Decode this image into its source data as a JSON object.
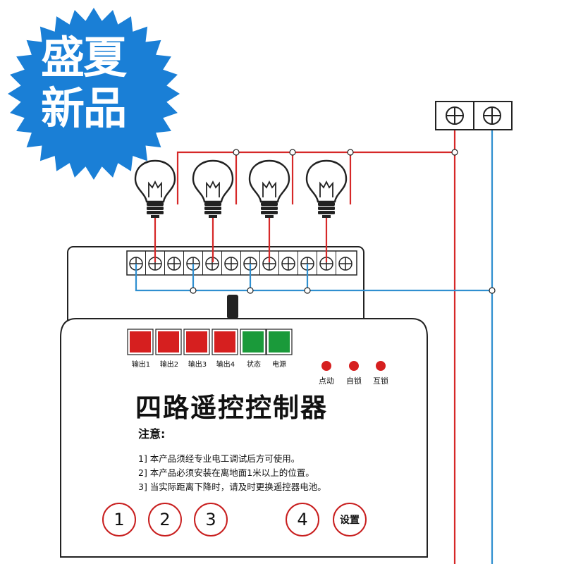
{
  "badge": {
    "text_line1": "盛夏",
    "text_line2": "新品"
  },
  "leds": [
    {
      "label": "输出1",
      "color": "#d61f1f"
    },
    {
      "label": "输出2",
      "color": "#d61f1f"
    },
    {
      "label": "输出3",
      "color": "#d61f1f"
    },
    {
      "label": "输出4",
      "color": "#d61f1f"
    },
    {
      "label": "状态",
      "color": "#1a9a3a"
    },
    {
      "label": "电源",
      "color": "#1a9a3a"
    }
  ],
  "indicators": [
    {
      "label": "点动"
    },
    {
      "label": "自锁"
    },
    {
      "label": "互锁"
    }
  ],
  "device": {
    "title": "四路遥控控制器",
    "notes_title": "注意:",
    "notes": [
      "1] 本产品须经专业电工调试后方可使用。",
      "2] 本产品必须安装在离地面1米以上的位置。",
      "3] 当实际距离下降时，请及时更换遥控器电池。"
    ]
  },
  "buttons": [
    {
      "label": "1"
    },
    {
      "label": "2"
    },
    {
      "label": "3"
    },
    {
      "label": "4"
    },
    {
      "label": "设置"
    }
  ],
  "colors": {
    "live_wire": "#d62828",
    "neutral_wire": "#2f8fd0",
    "badge_blue": "#1a7fd6",
    "led_red": "#d61f1f",
    "led_green": "#1a9a3a"
  }
}
